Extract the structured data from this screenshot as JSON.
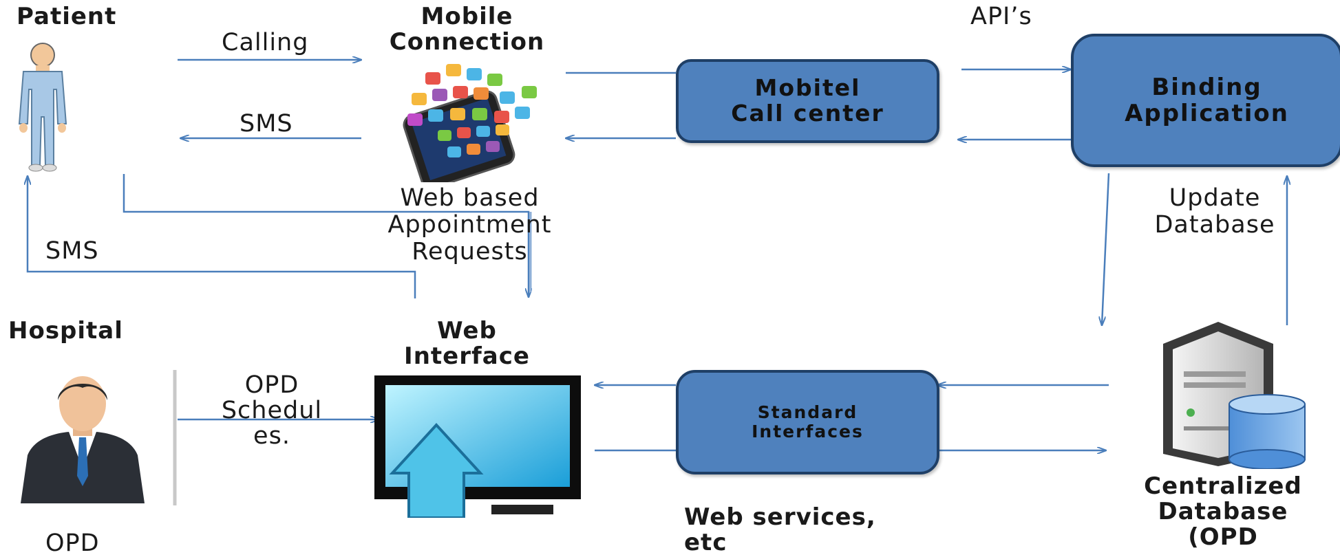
{
  "patient": {
    "title": "Patient",
    "icon": "patient-person-icon"
  },
  "hospital": {
    "title": "Hospital",
    "caption": "OPD",
    "icon": "doctor-person-icon"
  },
  "mobile": {
    "title_line1": "Mobile",
    "title_line2": "Connection",
    "icon": "smartphone-apps-icon"
  },
  "web_interface": {
    "title_line1": "Web",
    "title_line2": "Interface",
    "icon": "computer-monitor-icon"
  },
  "call_center": {
    "line1": "Mobitel",
    "line2": "Call center"
  },
  "binding": {
    "line1": "Binding",
    "line2": "Application"
  },
  "standard": {
    "line1": "Standard",
    "line2": "Interfaces"
  },
  "database": {
    "line1": "Centralized",
    "line2": "Database",
    "line3": "(OPD",
    "icon": "server-database-icon"
  },
  "edges": {
    "calling": "Calling",
    "sms_mobile": "SMS",
    "sms_web": "SMS",
    "apis": "API’s",
    "web_requests_1": "Web based",
    "web_requests_2": "Appointment",
    "web_requests_3": "Requests",
    "update_db_1": "Update",
    "update_db_2": "Database",
    "opd_schedules_1": "OPD",
    "opd_schedules_2": "Schedul",
    "opd_schedules_3": "es.",
    "web_services_1": "Web services,",
    "web_services_2": "etc"
  },
  "colors": {
    "box_fill": "#4f81bd",
    "box_border": "#1f3f66",
    "arrow": "#4a7ebb"
  }
}
